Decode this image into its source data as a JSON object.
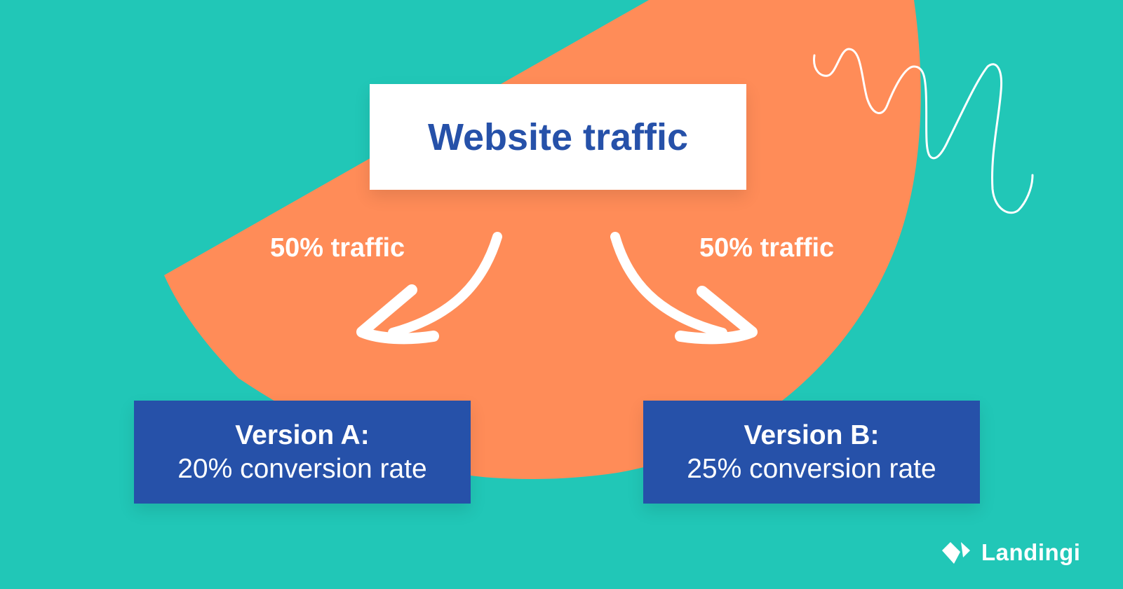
{
  "colors": {
    "background": "#21C7B7",
    "accent_shape": "#FF8C58",
    "primary_blue": "#2651A9",
    "white": "#FFFFFF"
  },
  "diagram": {
    "title": "Website traffic",
    "splits": [
      {
        "label": "50% traffic",
        "direction": "left"
      },
      {
        "label": "50% traffic",
        "direction": "right"
      }
    ],
    "variants": [
      {
        "name": "Version A:",
        "conversion": "20% conversion rate"
      },
      {
        "name": "Version B:",
        "conversion": "25% conversion rate"
      }
    ]
  },
  "icons": {
    "arrow_left": "curved-arrow-down-left-icon",
    "arrow_right": "curved-arrow-down-right-icon",
    "squiggle": "squiggle-line-decoration",
    "logo": "landingi-logo-icon"
  },
  "brand": {
    "name": "Landingi"
  }
}
